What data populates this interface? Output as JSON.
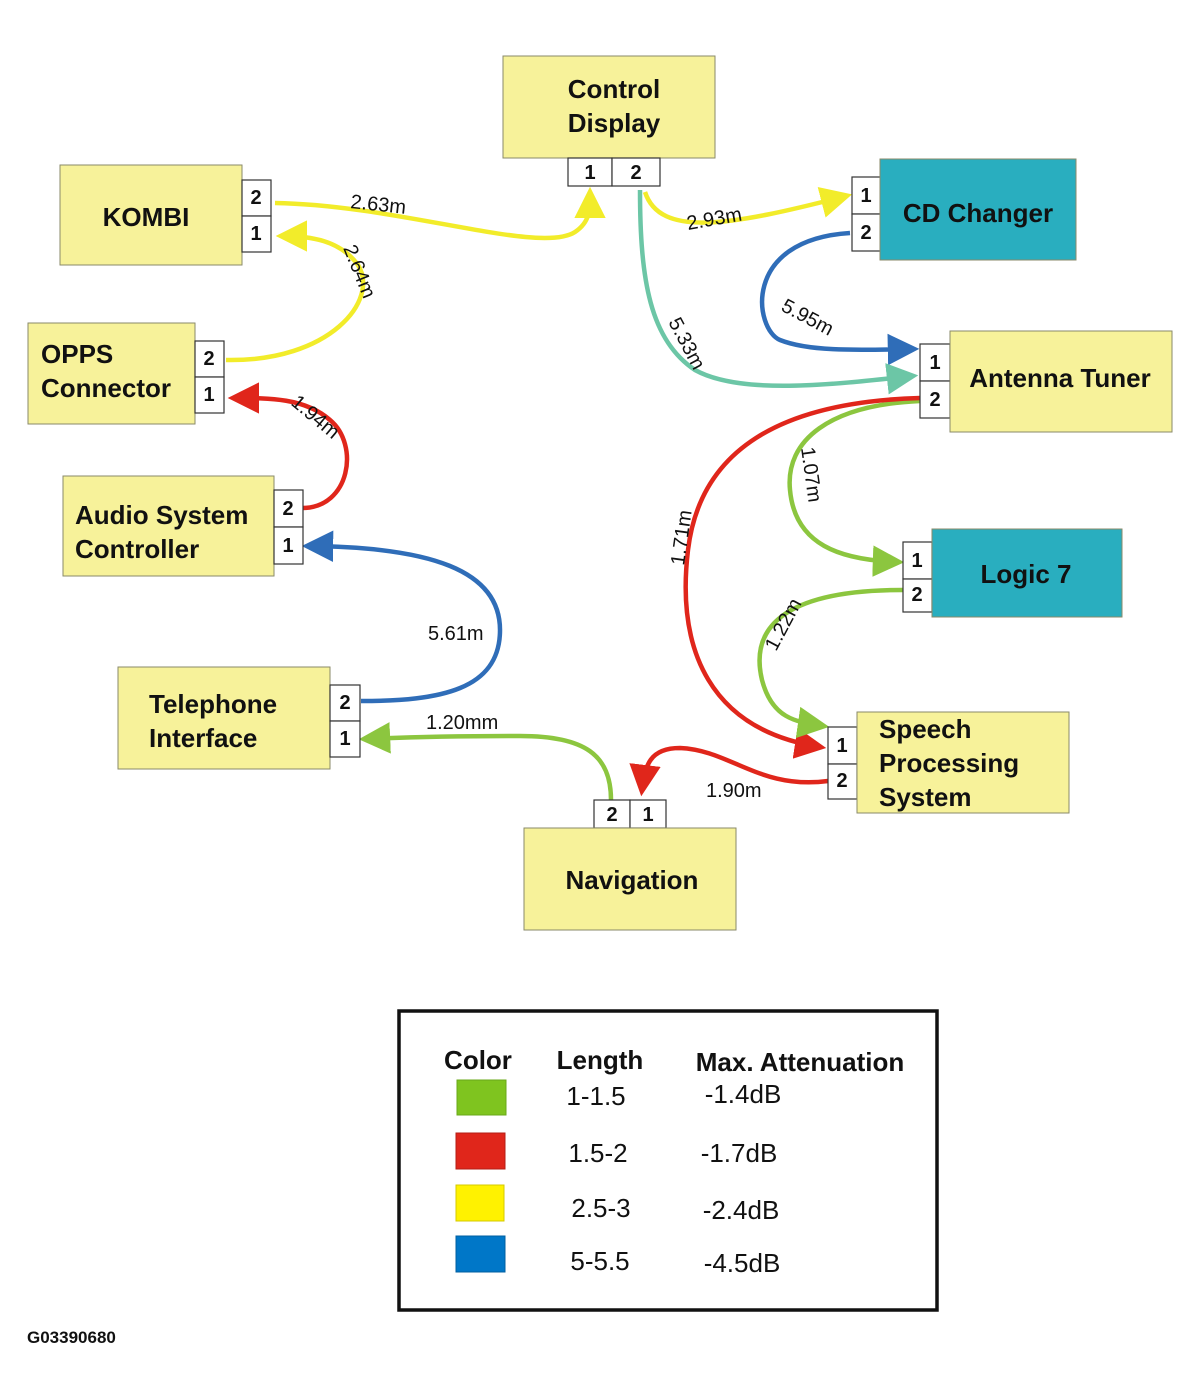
{
  "colors": {
    "node_fill": "#f7f29a",
    "node_fill_teal": "#29aebf",
    "green": "#8cc63f",
    "red": "#e0261b",
    "yellow": "#f2ec2a",
    "blue": "#2f6db8",
    "teal": "#6cc6a6",
    "legend_green": "#7fc41f",
    "legend_red": "#e0261b",
    "legend_yellow": "#fff200",
    "legend_blue": "#0077c8"
  },
  "nodes": {
    "control_display": {
      "line1": "Control",
      "line2": "Display",
      "port1": "1",
      "port2": "2"
    },
    "kombi": {
      "label": "KOMBI",
      "port_top": "2",
      "port_bottom": "1"
    },
    "cd_changer": {
      "label": "CD Changer",
      "port_top": "1",
      "port_bottom": "2"
    },
    "opps_connector": {
      "line1": "OPPS",
      "line2": "Connector",
      "port_top": "2",
      "port_bottom": "1"
    },
    "antenna_tuner": {
      "label": "Antenna Tuner",
      "port_top": "1",
      "port_bottom": "2"
    },
    "audio_system_controller": {
      "line1": "Audio System",
      "line2": "Controller",
      "port_top": "2",
      "port_bottom": "1"
    },
    "logic7": {
      "label": "Logic 7",
      "port_top": "1",
      "port_bottom": "2"
    },
    "telephone_interface": {
      "line1": "Telephone",
      "line2": "Interface",
      "port_top": "2",
      "port_bottom": "1"
    },
    "speech_processing": {
      "line1": "Speech",
      "line2": "Processing",
      "line3": "System",
      "port_top": "1",
      "port_bottom": "2"
    },
    "navigation": {
      "label": "Navigation",
      "port_left": "2",
      "port_right": "1"
    }
  },
  "connections": {
    "kombi_to_display": "2.63m",
    "opps_to_kombi": "2.64m",
    "display_to_cd": "2.93m",
    "cd_to_antenna": "5.95m",
    "display_to_antenna": "5.33m",
    "audio_to_opps": "1.94m",
    "antenna_to_logic7": "1.07m",
    "antenna_to_speech": "1.71m",
    "logic7_to_speech": "1.22m",
    "telephone_to_audio": "5.61m",
    "navigation_to_telephone": "1.20mm",
    "speech_to_navigation": "1.90m"
  },
  "legend": {
    "header_color": "Color",
    "header_length": "Length",
    "header_attenuation": "Max. Attenuation",
    "rows": [
      {
        "length": "1-1.5",
        "attenuation": "-1.4dB"
      },
      {
        "length": "1.5-2",
        "attenuation": "-1.7dB"
      },
      {
        "length": "2.5-3",
        "attenuation": "-2.4dB"
      },
      {
        "length": "5-5.5",
        "attenuation": "-4.5dB"
      }
    ]
  },
  "figure_id": "G03390680"
}
